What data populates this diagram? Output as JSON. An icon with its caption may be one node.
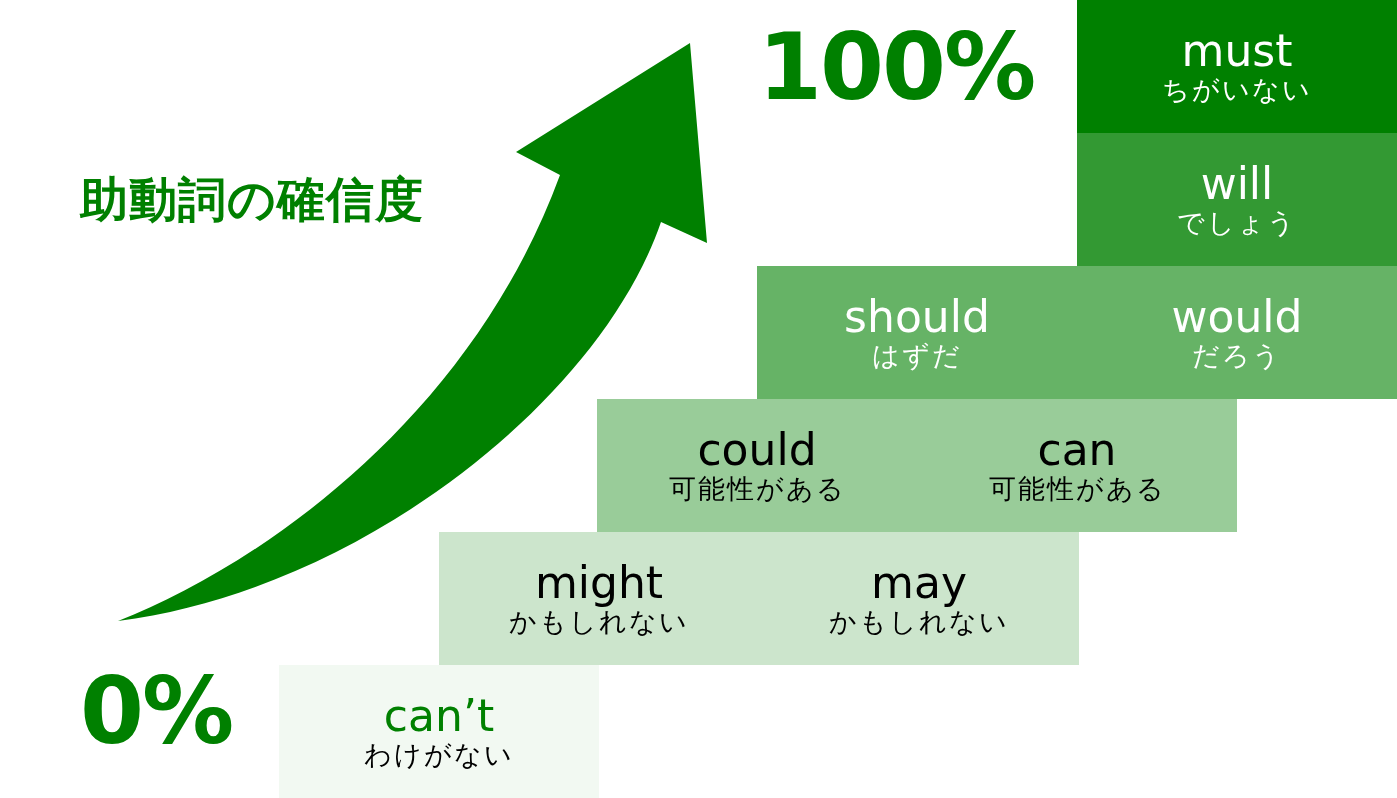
{
  "diagram": {
    "title": "助動詞の確信度",
    "nodes": [
      {
        "text": [
          "must",
          "ちがいない"
        ]
      },
      {
        "text": [
          "will",
          "でしょう"
        ]
      },
      {
        "text": [
          "should",
          "はずだ",
          "would",
          "だろう"
        ]
      },
      {
        "text": [
          "could",
          "可能性がある",
          "can",
          "可能性がある"
        ]
      },
      {
        "text": [
          "might",
          "かもしれない",
          "may",
          "かもしれない"
        ]
      },
      {
        "text": [
          "can’t",
          "わけがない"
        ]
      }
    ],
    "labels": [
      "100%",
      "0%"
    ]
  }
}
